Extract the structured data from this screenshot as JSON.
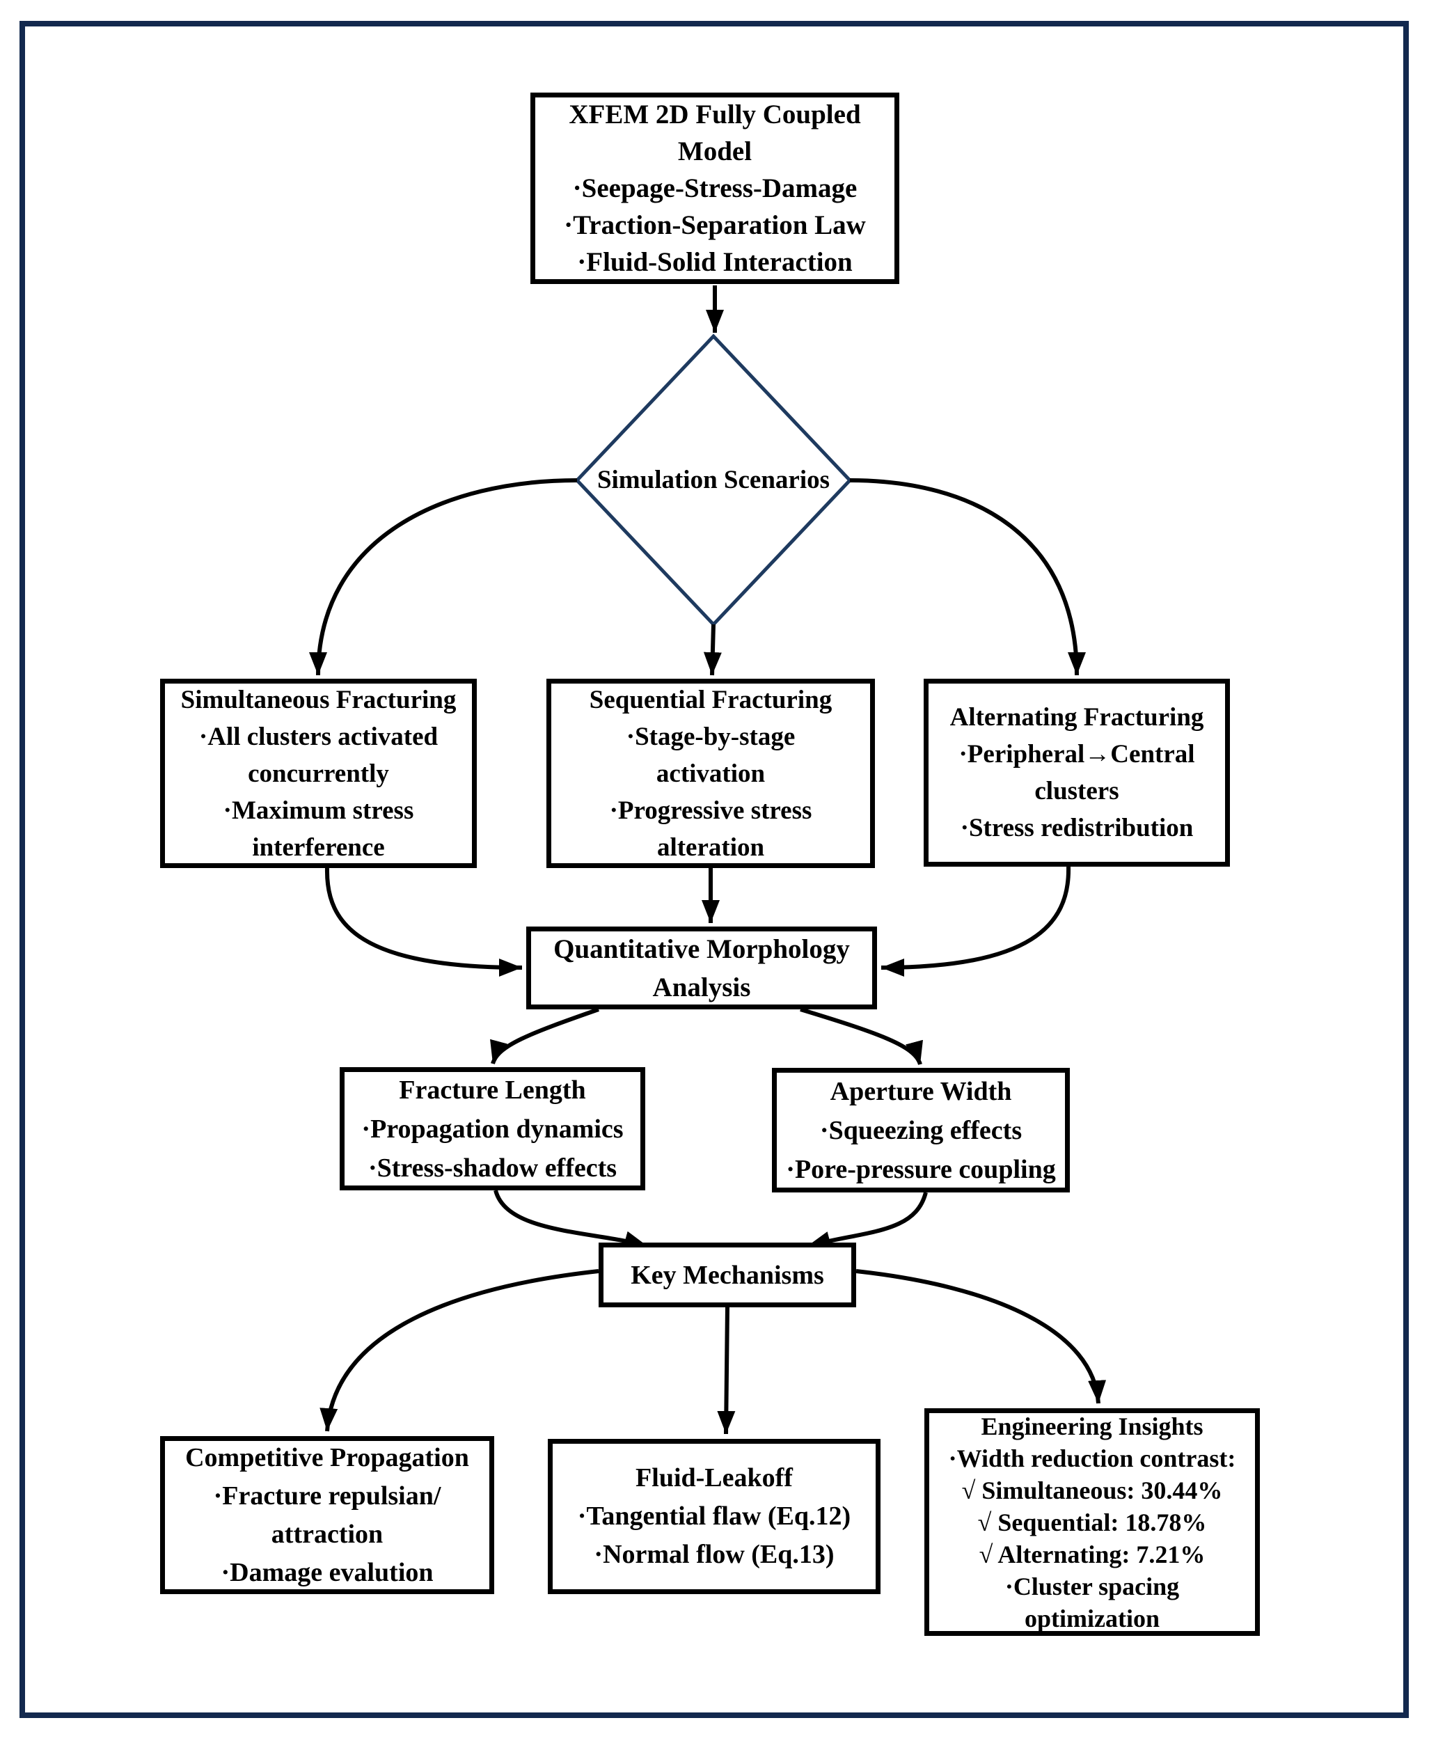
{
  "colors": {
    "page_frame": "#13294e",
    "diamond_border": "#1e3a5f",
    "box_border": "#000000",
    "arrow": "#000000",
    "text": "#000000",
    "background": "#ffffff"
  },
  "nodes": {
    "model": {
      "lines": [
        "XFEM 2D Fully Coupled",
        "Model",
        "·Seepage-Stress-Damage",
        "·Traction-Separation Law",
        "·Fluid-Solid Interaction"
      ]
    },
    "diamond": {
      "label": "Simulation Scenarios"
    },
    "simultaneous": {
      "lines": [
        "Simultaneous Fracturing",
        "·All clusters activated",
        "concurrently",
        "·Maximum stress",
        "interference"
      ]
    },
    "sequential": {
      "lines": [
        "Sequential Fracturing",
        "·Stage-by-stage",
        "activation",
        "·Progressive stress",
        "alteration"
      ]
    },
    "alternating": {
      "lines": [
        "Alternating Fracturing",
        "·Peripheral→Central",
        "clusters",
        "·Stress redistribution"
      ]
    },
    "qma": {
      "lines": [
        "Quantitative Morphology",
        "Analysis"
      ]
    },
    "fracture_length": {
      "lines": [
        "Fracture Length",
        "·Propagation dynamics",
        "·Stress-shadow effects"
      ]
    },
    "aperture_width": {
      "lines": [
        "Aperture Width",
        "·Squeezing effects",
        "·Pore-pressure coupling"
      ]
    },
    "key_mechanisms": {
      "lines": [
        "Key Mechanisms"
      ]
    },
    "competitive": {
      "lines": [
        "Competitive Propagation",
        "·Fracture repulsian/",
        "attraction",
        "·Damage evalution"
      ]
    },
    "fluid_leakoff": {
      "lines": [
        "Fluid-Leakoff",
        "·Tangential flaw (Eq.12)",
        "·Normal flow (Eq.13)"
      ]
    },
    "engineering": {
      "lines": [
        "Engineering Insights",
        "·Width reduction contrast:",
        "√ Simultaneous: 30.44%",
        "√ Sequential: 18.78%",
        "√ Alternating: 7.21%",
        "·Cluster spacing",
        "optimization"
      ]
    }
  }
}
